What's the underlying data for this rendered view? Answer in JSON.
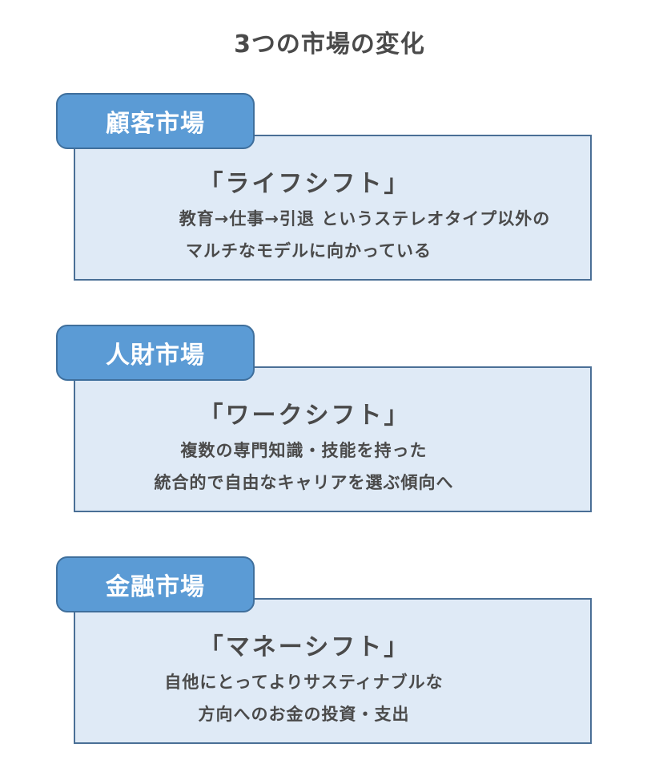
{
  "title": "3つの市場の変化",
  "markets": [
    {
      "tab_label": "顧客市場",
      "shift": "「ライフシフト」",
      "lines": [
        "教育→仕事→引退 というステレオタイプ以外の",
        "マルチなモデルに向かっている"
      ]
    },
    {
      "tab_label": "人財市場",
      "shift": "「ワークシフト」",
      "lines": [
        "複数の専門知識・技能を持った",
        "統合的で自由なキャリアを選ぶ傾向へ"
      ]
    },
    {
      "tab_label": "金融市場",
      "shift": "「マネーシフト」",
      "lines": [
        "自他にとってよりサスティナブルな",
        "方向へのお金の投資・支出"
      ]
    }
  ],
  "colors": {
    "tab_fill": "#5b9bd5",
    "card_fill": "#dfeaf6",
    "card_border": "#4a6f96",
    "text": "#4a4a4a"
  }
}
